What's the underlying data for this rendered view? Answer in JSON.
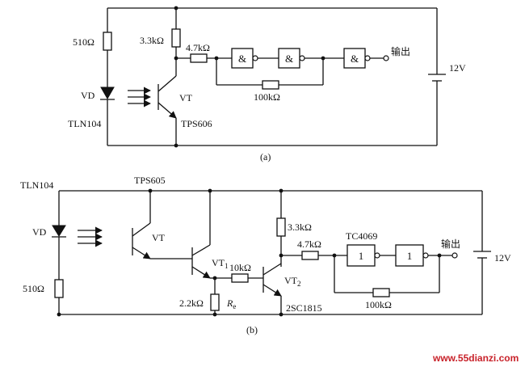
{
  "circuit_a": {
    "label": "(a)",
    "r_led": "510Ω",
    "r_collector": "3.3kΩ",
    "r_series": "4.7kΩ",
    "r_feedback": "100kΩ",
    "diode": "VD",
    "diode_part": "TLN104",
    "transistor": "VT",
    "transistor_part": "TPS606",
    "gate_symbol": "&",
    "output": "输出",
    "supply": "12V"
  },
  "circuit_b": {
    "label": "(b)",
    "diode_part": "TLN104",
    "transistor_part": "TPS605",
    "diode": "VD",
    "r_led": "510Ω",
    "t1": "VT",
    "t2": "VT",
    "t2_sub": "1",
    "r_base": "10kΩ",
    "t3": "VT",
    "t3_sub": "2",
    "r_emitter": "2.2kΩ",
    "re": "R",
    "re_sub": "e",
    "t3_part": "2SC1815",
    "r_collector": "3.3kΩ",
    "r_series": "4.7kΩ",
    "ic_part": "TC4069",
    "gate_symbol": "1",
    "r_feedback": "100kΩ",
    "output": "输出",
    "supply": "12V"
  },
  "watermark": "www.55dianzi.com"
}
